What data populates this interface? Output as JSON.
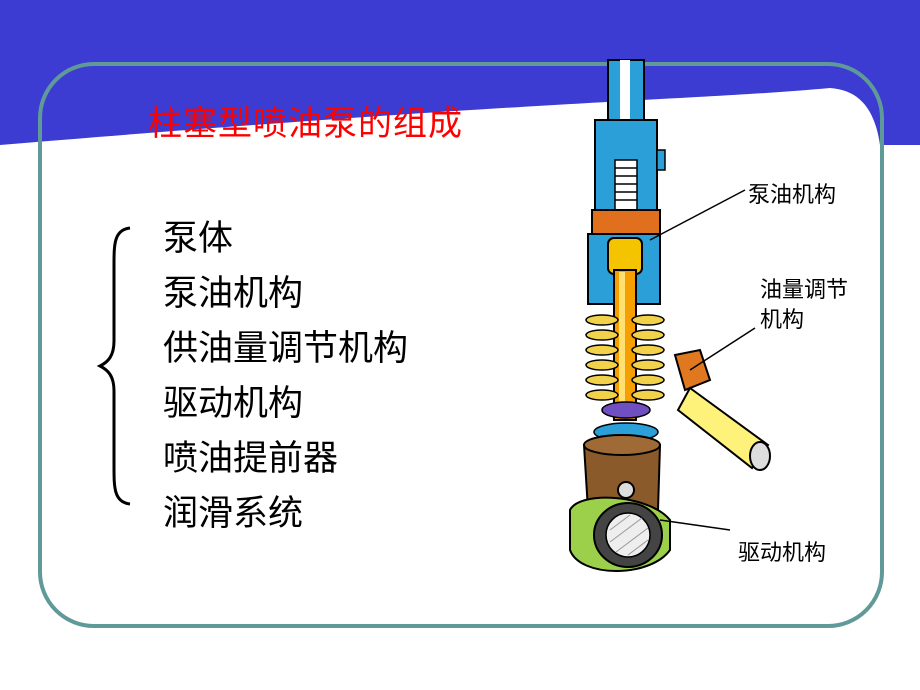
{
  "slide": {
    "title": "柱塞型喷油泵的组成",
    "components": [
      "泵体",
      "泵油机构",
      "供油量调节机构",
      "驱动机构",
      "喷油提前器",
      "润滑系统"
    ]
  },
  "diagram": {
    "labels": {
      "pumping": "泵油机构",
      "fuel_adjust_line1": "油量调节",
      "fuel_adjust_line2": "机构",
      "drive": "驱动机构"
    }
  },
  "colors": {
    "band": "#3c3cd2",
    "frame": "#5f9a98",
    "title": "#ff0000"
  }
}
